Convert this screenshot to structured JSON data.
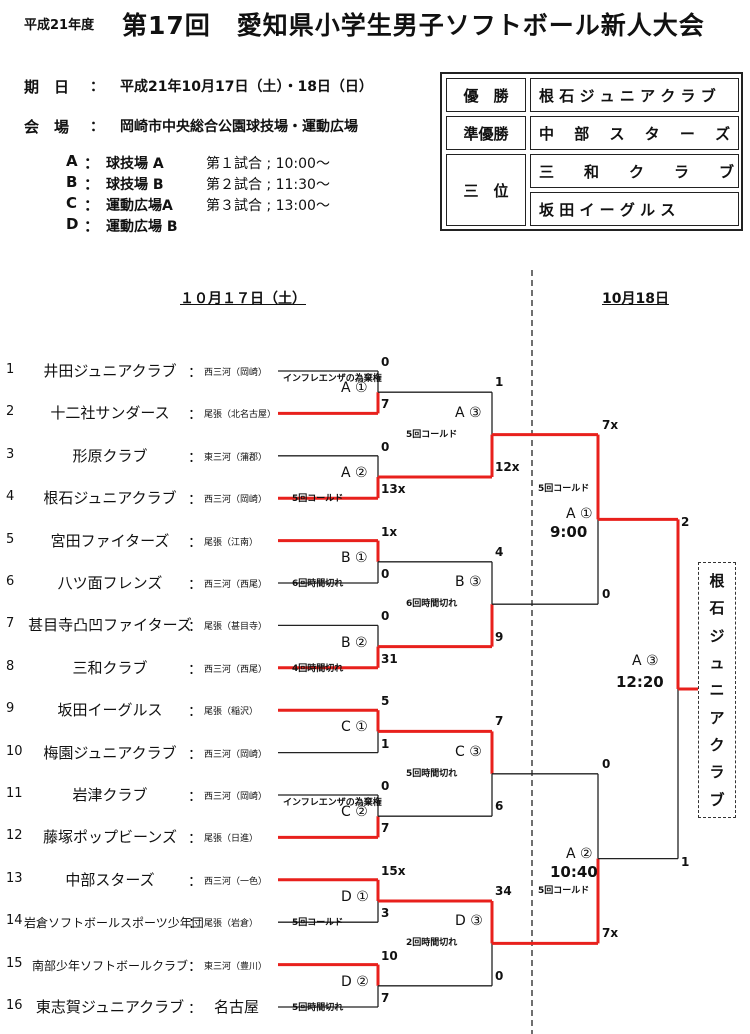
{
  "header": {
    "year": "平成21年度",
    "title": "第17回　愛知県小学生男子ソフトボール新人大会"
  },
  "info": {
    "date_label": "期　日",
    "date_value": "平成21年10月17日（土）・18日（日）",
    "venue_label": "会　場",
    "venue_value": "岡崎市中央総合公園球技場・運動広場",
    "colon": "："
  },
  "venues": [
    {
      "code": "A",
      "name": "球技場 A"
    },
    {
      "code": "B",
      "name": "球技場 B"
    },
    {
      "code": "C",
      "name": "運動広場A"
    },
    {
      "code": "D",
      "name": "運動広場 B"
    }
  ],
  "time_slots": [
    "第１試合 ; 10:00〜",
    "第２試合 ; 11:30〜",
    "第３試合 ; 13:00〜"
  ],
  "results": {
    "winner_label": "優　勝",
    "winner": "根 石 ジ ュ ニ ア ク ラ ブ",
    "runner_label": "準優勝",
    "runner": "中 　部　 ス 　タ　 ー 　ズ",
    "third_label": "三　位",
    "third_1": "三　　和　　ク　　ラ　　ブ",
    "third_2": "坂 田 イ ー グ ル ス"
  },
  "days": {
    "day1": "１０月１７日（土）",
    "day2": "10月18日"
  },
  "teams": [
    {
      "no": "1",
      "name": "井田ジュニアクラブ",
      "region": "西三河（岡崎）"
    },
    {
      "no": "2",
      "name": "十二社サンダース",
      "region": "尾張（北名古屋）"
    },
    {
      "no": "3",
      "name": "形原クラブ",
      "region": "東三河（蒲郡）"
    },
    {
      "no": "4",
      "name": "根石ジュニアクラブ",
      "region": "西三河（岡崎）"
    },
    {
      "no": "5",
      "name": "宮田ファイターズ",
      "region": "尾張（江南）"
    },
    {
      "no": "6",
      "name": "八ツ面フレンズ",
      "region": "西三河（西尾）"
    },
    {
      "no": "7",
      "name": "甚目寺凸凹ファイターズ",
      "region": "尾張（甚目寺）"
    },
    {
      "no": "8",
      "name": "三和クラブ",
      "region": "西三河（西尾）"
    },
    {
      "no": "9",
      "name": "坂田イーグルス",
      "region": "尾張（稲沢）"
    },
    {
      "no": "10",
      "name": "梅園ジュニアクラブ",
      "region": "西三河（岡崎）"
    },
    {
      "no": "11",
      "name": "岩津クラブ",
      "region": "西三河（岡崎）"
    },
    {
      "no": "12",
      "name": "藤塚ポップビーンズ",
      "region": "尾張（日進）"
    },
    {
      "no": "13",
      "name": "中部スターズ",
      "region": "西三河（一色）"
    },
    {
      "no": "14",
      "name": "岩倉ソフトボールスポーツ少年団",
      "region": "尾張（岩倉）"
    },
    {
      "no": "15",
      "name": "南部少年ソフトボールクラブ",
      "region": "東三河（豊川）"
    },
    {
      "no": "16",
      "name": "東志賀ジュニアクラブ",
      "region": "名古屋"
    }
  ],
  "scores_r1": [
    "0",
    "7",
    "0",
    "13x",
    "1x",
    "0",
    "0",
    "31",
    "5",
    "1",
    "0",
    "7",
    "15x",
    "3",
    "10",
    "7"
  ],
  "matches_r1": [
    "A ①",
    "A ②",
    "B ①",
    "B ②",
    "C ①",
    "C ②",
    "D ①",
    "D ②"
  ],
  "notes_r1": [
    "インフレエンザの為棄権",
    "5回コールド",
    "6回時間切れ",
    "4回時間切れ",
    "インフレエンザの為棄権",
    "5回コールド",
    "5回時間切れ"
  ],
  "scores_r2": [
    "1",
    "12x",
    "4",
    "9",
    "7",
    "6",
    "34",
    "0"
  ],
  "matches_r2": [
    "A ③",
    "B ③",
    "C ③",
    "D ③"
  ],
  "notes_r2": [
    "5回コールド",
    "6回時間切れ",
    "5回時間切れ",
    "2回時間切れ"
  ],
  "scores_r3": [
    "7x",
    "0",
    "0",
    "7x"
  ],
  "matches_r3": [
    {
      "name": "A ①",
      "time": "9:00",
      "note": "5回コールド"
    },
    {
      "name": "A ②",
      "time": "10:40",
      "note": "5回コールド"
    }
  ],
  "scores_r4": [
    "2",
    "1"
  ],
  "final": {
    "name": "A ③",
    "time": "12:20"
  },
  "champion": [
    "根",
    "石",
    "ジ",
    "ュ",
    "ニ",
    "ア",
    "ク",
    "ラ",
    "ブ"
  ],
  "colors": {
    "winner_line": "#e8201c",
    "line": "#222222"
  }
}
